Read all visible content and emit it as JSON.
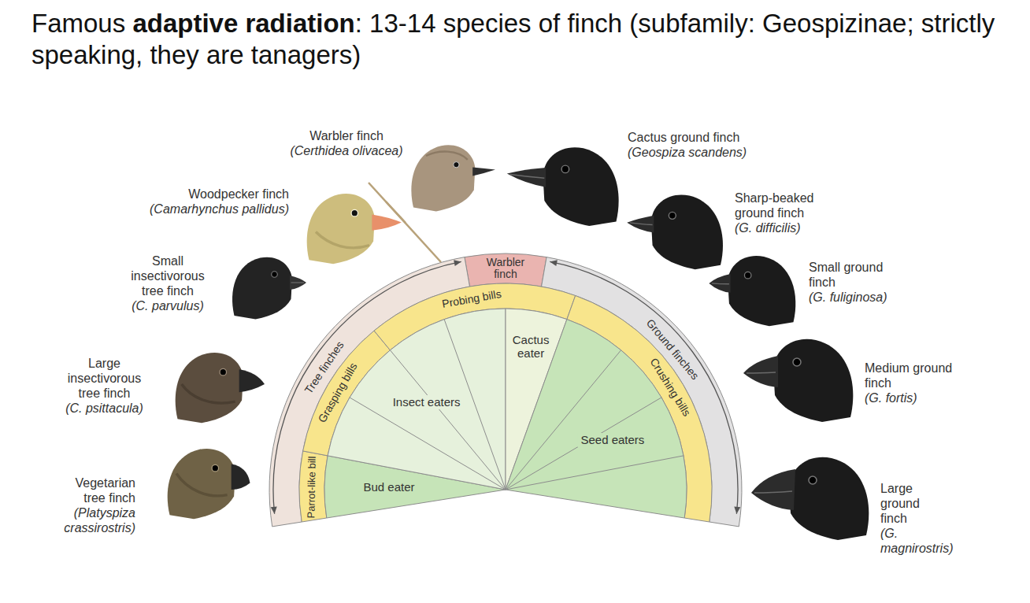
{
  "diagram": {
    "title": "Famous adaptive radiation: 13-14 species of finch (subfamily: Geospizinae; strictly speaking, they are tanagers)",
    "nodes": [
      {
        "text": [
          "Warbler finch"
        ]
      },
      {
        "text": [
          "Tree finches"
        ]
      },
      {
        "text": [
          "Ground finches"
        ]
      },
      {
        "text": [
          "Parrot-like bill"
        ]
      },
      {
        "text": [
          "Grasping bills"
        ]
      },
      {
        "text": [
          "Probing bills"
        ]
      },
      {
        "text": [
          "Crushing bills"
        ]
      },
      {
        "text": [
          "Bud eater"
        ]
      },
      {
        "text": [
          "Insect eaters"
        ]
      },
      {
        "text": [
          "Cactus eater"
        ]
      },
      {
        "text": [
          "Seed eaters"
        ]
      }
    ],
    "labels": [
      "Warbler finch",
      "(Certhidea olivacea)",
      "Cactus ground finch",
      "(Geospiza scandens)",
      "Woodpecker finch",
      "(Camarhynchus pallidus)",
      "Sharp-beaked ground finch",
      "(G. difficilis)",
      "Small insectivorous tree finch",
      "(C. parvulus)",
      "Small ground finch",
      "(G. fuliginosa)",
      "Large insectivorous tree finch",
      "(C. psittacula)",
      "Medium ground finch",
      "(G. fortis)",
      "Vegetarian tree finch",
      "(Platyspiza crassirostris)",
      "Large ground finch",
      "(G. magnirostris)"
    ]
  }
}
